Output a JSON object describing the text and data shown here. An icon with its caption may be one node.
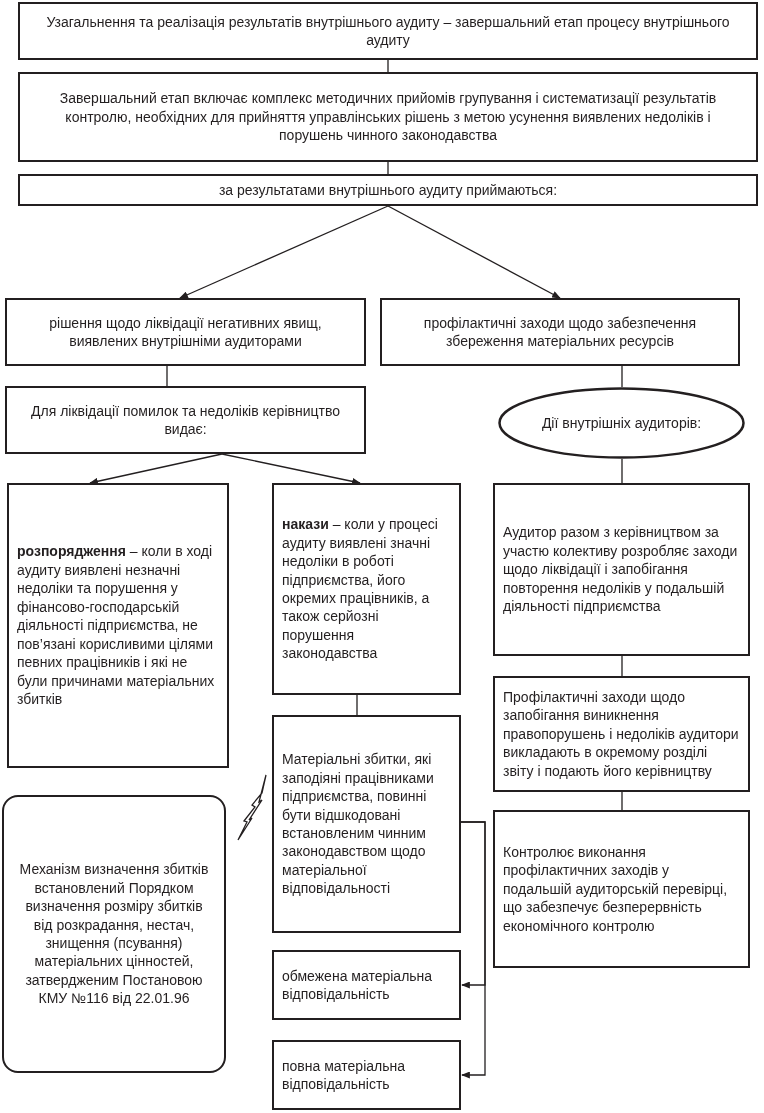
{
  "diagram": {
    "nodes": [
      {
        "text": [
          "Узагальнення та реалізація результатів внутрішнього аудиту – завершальний етап процесу внутрішнього аудиту"
        ]
      },
      {
        "text": [
          "Завершальний етап включає комплекс методичних прийомів групування і систематизації результатів контролю, необхідних для прийняття управлінських рішень з метою усунення виявлених недоліків і порушень чинного законодавства"
        ]
      },
      {
        "text": [
          "за результатами внутрішнього аудиту приймаються:"
        ]
      },
      {
        "text": [
          "рішення щодо ліквідації негативних явищ, виявлених внутрішніми аудиторами"
        ]
      },
      {
        "text": [
          "профілактичні заходи щодо забезпечення збереження матеріальних ресурсів"
        ]
      },
      {
        "text": [
          "Для ліквідації помилок та недоліків керівництво видає:"
        ]
      },
      {
        "text": [
          "Дії внутрішніх аудиторів:"
        ]
      },
      {
        "text": [
          "**розпорядження** – коли в ході аудиту виявлені незначні недоліки та порушення у фінансово-господарській діяльності підприємства, не пов’язані корисливими цілями певних працівників і які не були причинами матеріальних збитків"
        ]
      },
      {
        "text": [
          "**накази** – коли у процесі аудиту виявлені значні недоліки в роботі підприємства, його окремих працівників, а також серйозні порушення законодавства"
        ]
      },
      {
        "text": [
          "Аудитор разом з керівництвом за участю колективу розробляє заходи щодо ліквідації і запобігання повторення недоліків у подальшій діяльності підприємства"
        ]
      },
      {
        "text": [
          "Матеріальні збитки, які заподіяні працівниками підприємства, повинні бути відшкодовані встановленим чинним законодавством щодо матеріальної відповідальності"
        ]
      },
      {
        "text": [
          "Профілактичні заходи щодо запобігання виникнення правопорушень і недоліків аудитори викладають в окремому розділі звіту і подають його керівництву"
        ]
      },
      {
        "text": [
          "Контролює виконання профілактичних заходів у подальшій аудиторській перевірці, що забезпечує безперервність економічного контролю"
        ]
      },
      {
        "text": [
          "Механізм визначення збитків встановлений Порядком визначення розміру збитків від розкрадання, нестач, знищення (псування) матеріальних цінностей, затвердженим Постановою КМУ №116 від 22.01.96"
        ]
      },
      {
        "text": [
          "обмежена матеріальна відповідальність"
        ]
      },
      {
        "text": [
          "повна матеріальна відповідальність"
        ]
      }
    ],
    "edges": [
      {
        "from": 0,
        "to": 1,
        "arrow": "none"
      },
      {
        "from": 1,
        "to": 2,
        "arrow": "none"
      },
      {
        "from": 2,
        "to": 3,
        "arrow": "to"
      },
      {
        "from": 2,
        "to": 4,
        "arrow": "to"
      },
      {
        "from": 3,
        "to": 5,
        "arrow": "none"
      },
      {
        "from": 4,
        "to": 6,
        "arrow": "none"
      },
      {
        "from": 5,
        "to": 7,
        "arrow": "to"
      },
      {
        "from": 5,
        "to": 8,
        "arrow": "to"
      },
      {
        "from": 6,
        "to": 9,
        "arrow": "none"
      },
      {
        "from": 8,
        "to": 10,
        "arrow": "none"
      },
      {
        "from": 9,
        "to": 11,
        "arrow": "none"
      },
      {
        "from": 11,
        "to": 12,
        "arrow": "none"
      },
      {
        "from": 13,
        "to": 10,
        "arrow": "none"
      },
      {
        "from": 10,
        "to": 14,
        "arrow": "to"
      },
      {
        "from": 10,
        "to": 15,
        "arrow": "to"
      }
    ]
  }
}
